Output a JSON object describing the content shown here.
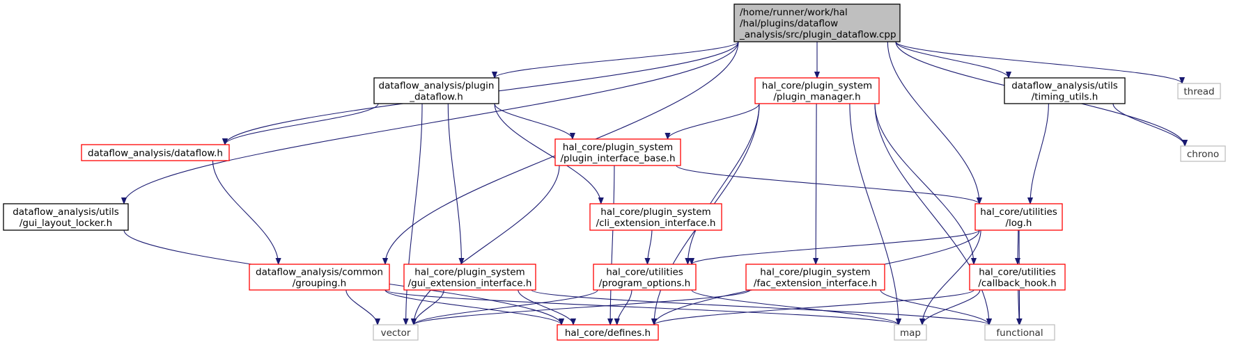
{
  "graph": {
    "title": "",
    "nodes": [
      {
        "id": "root",
        "lines": [
          "/home/runner/work/hal",
          "/hal/plugins/dataflow",
          "_analysis/src/plugin_dataflow.cpp"
        ],
        "kind": "root"
      },
      {
        "id": "plugin_dataflow_h",
        "lines": [
          "dataflow_analysis/plugin",
          "_dataflow.h"
        ],
        "kind": "documented"
      },
      {
        "id": "plugin_manager_h",
        "lines": [
          "hal_core/plugin_system",
          "/plugin_manager.h"
        ],
        "kind": "linked"
      },
      {
        "id": "timing_utils_h",
        "lines": [
          "dataflow_analysis/utils",
          "/timing_utils.h"
        ],
        "kind": "documented"
      },
      {
        "id": "thread",
        "lines": [
          "thread"
        ],
        "kind": "external"
      },
      {
        "id": "dataflow_h",
        "lines": [
          "dataflow_analysis/dataflow.h"
        ],
        "kind": "linked"
      },
      {
        "id": "plugin_interface_base_h",
        "lines": [
          "hal_core/plugin_system",
          "/plugin_interface_base.h"
        ],
        "kind": "linked"
      },
      {
        "id": "chrono",
        "lines": [
          "chrono"
        ],
        "kind": "external"
      },
      {
        "id": "gui_layout_locker_h",
        "lines": [
          "dataflow_analysis/utils",
          "/gui_layout_locker.h"
        ],
        "kind": "documented"
      },
      {
        "id": "cli_extension_interface_h",
        "lines": [
          "hal_core/plugin_system",
          "/cli_extension_interface.h"
        ],
        "kind": "linked"
      },
      {
        "id": "log_h",
        "lines": [
          "hal_core/utilities",
          "/log.h"
        ],
        "kind": "linked"
      },
      {
        "id": "grouping_h",
        "lines": [
          "dataflow_analysis/common",
          "/grouping.h"
        ],
        "kind": "linked"
      },
      {
        "id": "gui_extension_interface_h",
        "lines": [
          "hal_core/plugin_system",
          "/gui_extension_interface.h"
        ],
        "kind": "linked"
      },
      {
        "id": "program_options_h",
        "lines": [
          "hal_core/utilities",
          "/program_options.h"
        ],
        "kind": "linked"
      },
      {
        "id": "fac_extension_interface_h",
        "lines": [
          "hal_core/plugin_system",
          "/fac_extension_interface.h"
        ],
        "kind": "linked"
      },
      {
        "id": "callback_hook_h",
        "lines": [
          "hal_core/utilities",
          "/callback_hook.h"
        ],
        "kind": "linked"
      },
      {
        "id": "vector",
        "lines": [
          "vector"
        ],
        "kind": "external"
      },
      {
        "id": "defines_h",
        "lines": [
          "hal_core/defines.h"
        ],
        "kind": "linked"
      },
      {
        "id": "map",
        "lines": [
          "map"
        ],
        "kind": "external"
      },
      {
        "id": "functional",
        "lines": [
          "functional"
        ],
        "kind": "external"
      }
    ],
    "edges": [
      [
        "root",
        "plugin_dataflow_h"
      ],
      [
        "root",
        "plugin_manager_h"
      ],
      [
        "root",
        "timing_utils_h"
      ],
      [
        "root",
        "thread"
      ],
      [
        "root",
        "dataflow_h"
      ],
      [
        "root",
        "chrono"
      ],
      [
        "root",
        "gui_layout_locker_h"
      ],
      [
        "root",
        "log_h"
      ],
      [
        "root",
        "grouping_h"
      ],
      [
        "plugin_dataflow_h",
        "dataflow_h"
      ],
      [
        "plugin_dataflow_h",
        "plugin_interface_base_h"
      ],
      [
        "plugin_dataflow_h",
        "cli_extension_interface_h"
      ],
      [
        "plugin_dataflow_h",
        "gui_extension_interface_h"
      ],
      [
        "plugin_dataflow_h",
        "vector"
      ],
      [
        "plugin_manager_h",
        "plugin_interface_base_h"
      ],
      [
        "plugin_manager_h",
        "program_options_h"
      ],
      [
        "plugin_manager_h",
        "fac_extension_interface_h"
      ],
      [
        "plugin_manager_h",
        "callback_hook_h"
      ],
      [
        "plugin_manager_h",
        "defines_h"
      ],
      [
        "plugin_manager_h",
        "map"
      ],
      [
        "plugin_manager_h",
        "functional"
      ],
      [
        "timing_utils_h",
        "chrono"
      ],
      [
        "timing_utils_h",
        "log_h"
      ],
      [
        "dataflow_h",
        "grouping_h"
      ],
      [
        "plugin_interface_base_h",
        "log_h"
      ],
      [
        "plugin_interface_base_h",
        "defines_h"
      ],
      [
        "plugin_interface_base_h",
        "vector"
      ],
      [
        "gui_layout_locker_h",
        "defines_h"
      ],
      [
        "cli_extension_interface_h",
        "program_options_h"
      ],
      [
        "log_h",
        "program_options_h"
      ],
      [
        "log_h",
        "callback_hook_h"
      ],
      [
        "log_h",
        "defines_h"
      ],
      [
        "log_h",
        "map"
      ],
      [
        "log_h",
        "functional"
      ],
      [
        "grouping_h",
        "vector"
      ],
      [
        "grouping_h",
        "defines_h"
      ],
      [
        "grouping_h",
        "map"
      ],
      [
        "gui_extension_interface_h",
        "vector"
      ],
      [
        "gui_extension_interface_h",
        "defines_h"
      ],
      [
        "gui_extension_interface_h",
        "functional"
      ],
      [
        "program_options_h",
        "vector"
      ],
      [
        "program_options_h",
        "defines_h"
      ],
      [
        "program_options_h",
        "map"
      ],
      [
        "fac_extension_interface_h",
        "vector"
      ],
      [
        "fac_extension_interface_h",
        "functional"
      ],
      [
        "callback_hook_h",
        "defines_h"
      ],
      [
        "callback_hook_h",
        "map"
      ],
      [
        "callback_hook_h",
        "functional"
      ]
    ],
    "colors": {
      "root_fill": "#bfbfbf",
      "documented_border": "#000000",
      "linked_border": "#ff0000",
      "external_border": "#bfbfbf",
      "edge": "#191970"
    }
  }
}
